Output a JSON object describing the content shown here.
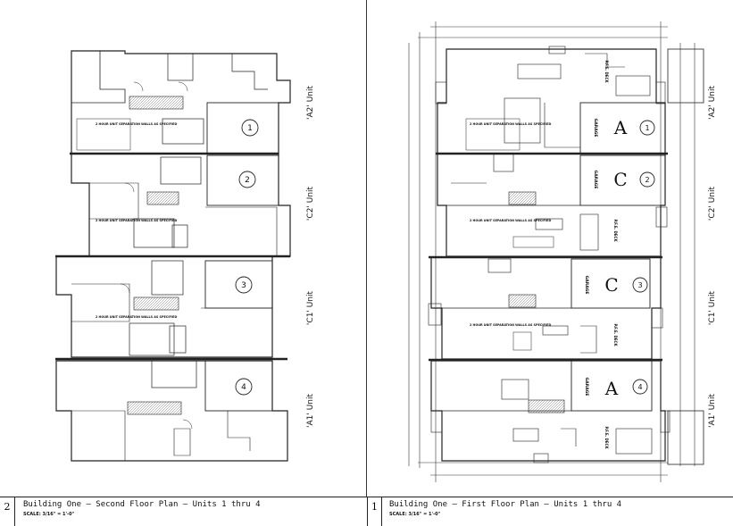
{
  "left_plan": {
    "sheet_number": "2",
    "title": "Building One – Second Floor Plan – Units 1 thru 4",
    "scale": "SCALE: 3/16\" = 1'-0\"",
    "units": [
      {
        "label": "'A2' Unit",
        "number": "1"
      },
      {
        "label": "'C2' Unit",
        "number": "2"
      },
      {
        "label": "'C1' Unit",
        "number": "3"
      },
      {
        "label": "'A1' Unit",
        "number": "4"
      }
    ],
    "separation_note": "2 HOUR UNIT SEPARATION WALLS AS SPECIFIED"
  },
  "right_plan": {
    "sheet_number": "1",
    "title": "Building One – First Floor Plan – Units 1 thru 4",
    "scale": "SCALE: 3/16\" = 1'-0\"",
    "units": [
      {
        "label": "'A2' Unit",
        "number": "1",
        "garage_type": "A"
      },
      {
        "label": "'C2' Unit",
        "number": "2",
        "garage_type": "C"
      },
      {
        "label": "'C1' Unit",
        "number": "3",
        "garage_type": "C"
      },
      {
        "label": "'A1' Unit",
        "number": "4",
        "garage_type": "A"
      }
    ],
    "separation_note": "2 HOUR UNIT SEPARATION WALLS AS SPECIFIED",
    "garage_label": "GARAGE",
    "patio_label": "P.F.E. DECK"
  }
}
